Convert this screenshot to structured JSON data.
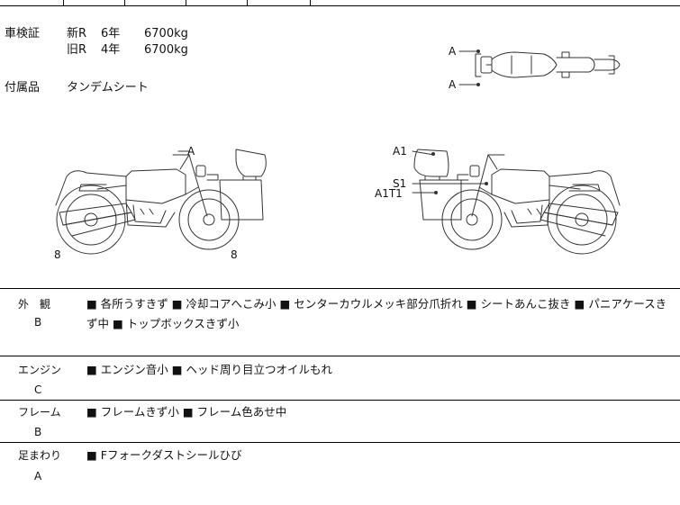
{
  "registration": {
    "label": "車検証",
    "rows": [
      {
        "kind": "新R",
        "years": "6年",
        "weight": "6700kg"
      },
      {
        "kind": "旧R",
        "years": "4年",
        "weight": "6700kg"
      }
    ]
  },
  "accessories": {
    "label": "付属品",
    "value": "タンデムシート"
  },
  "diagram": {
    "top_view_labels": [
      "A",
      "A"
    ],
    "left_side_labels": [
      "A",
      "8",
      "8"
    ],
    "right_side_labels": [
      "A1",
      "S1",
      "A1T1"
    ]
  },
  "conditions": [
    {
      "label": "外　観",
      "grade": "B",
      "text": "■ 各所うすきず ■ 冷却コアへこみ小 ■ センターカウルメッキ部分爪折れ ■ シートあんこ抜き ■ パニアケースきず中 ■ トップボックスきず小"
    },
    {
      "label": "エンジン",
      "grade": "C",
      "text": "■ エンジン音小 ■ ヘッド周り目立つオイルもれ"
    },
    {
      "label": "フレーム",
      "grade": "B",
      "text": "■ フレームきず小 ■ フレーム色あせ中"
    },
    {
      "label": "足まわり",
      "grade": "A",
      "text": "■ Fフォークダストシールひび"
    }
  ]
}
